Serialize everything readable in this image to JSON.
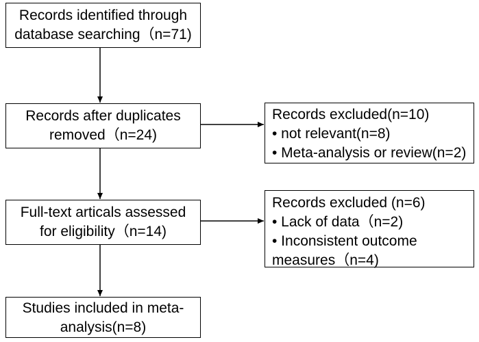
{
  "identified": {
    "line1": "Records identified through",
    "line2": "database searching（n=71)"
  },
  "duplicates_removed": {
    "line1": "Records after duplicates",
    "line2": "removed（n=24)"
  },
  "fulltext_assessed": {
    "line1": "Full-text articals assessed",
    "line2": "for eligibility（n=14)"
  },
  "included": {
    "line1": "Studies included in meta-",
    "line2": "analysis(n=8)"
  },
  "excluded_screening": {
    "title": "Records excluded(n=10)",
    "items": [
      "• not relevant(n=8)",
      "• Meta-analysis or review(n=2)"
    ]
  },
  "excluded_eligibility": {
    "title": "Records excluded (n=6)",
    "items": [
      "• Lack of data（n=2)",
      "• Inconsistent outcome",
      "measures（n=4)"
    ]
  },
  "colors": {
    "stroke": "#000000",
    "background": "#ffffff"
  }
}
